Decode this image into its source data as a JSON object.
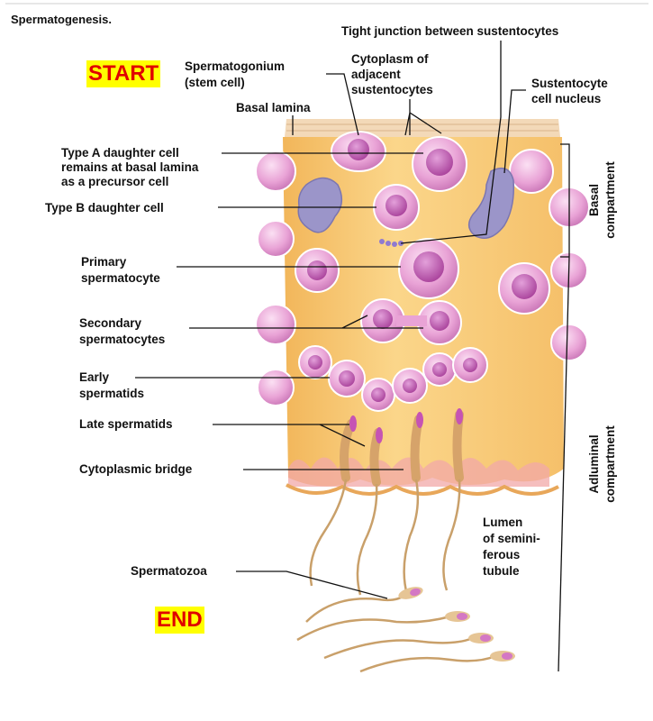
{
  "title": "Spermatogenesis.",
  "start_label": "START",
  "end_label": "END",
  "labels": {
    "tight_junction": "Tight junction between sustentocytes",
    "spermatogonium_1": "Spermatogonium",
    "spermatogonium_2": "(stem cell)",
    "cytoplasm_1": "Cytoplasm of",
    "cytoplasm_2": "adjacent",
    "cytoplasm_3": "sustentocytes",
    "sustentocyte_nucleus_1": "Sustentocyte",
    "sustentocyte_nucleus_2": "cell nucleus",
    "basal_lamina": "Basal lamina",
    "type_a_1": "Type A daughter cell",
    "type_a_2": "remains at basal lamina",
    "type_a_3": "as a precursor cell",
    "type_b": "Type B daughter cell",
    "primary_1": "Primary",
    "primary_2": "spermatocyte",
    "secondary_1": "Secondary",
    "secondary_2": "spermatocytes",
    "early_1": "Early",
    "early_2": "spermatids",
    "late": "Late spermatids",
    "bridge": "Cytoplasmic bridge",
    "spermatozoa": "Spermatozoa",
    "lumen_1": "Lumen",
    "lumen_2": "of semini-",
    "lumen_3": "ferous",
    "lumen_4": "tubule",
    "basal_compartment_1": "Basal",
    "basal_compartment_2": "compartment",
    "adluminal_compartment_1": "Adluminal",
    "adluminal_compartment_2": "compartment"
  },
  "colors": {
    "cytoplasm": "#f9c870",
    "cell_fill": "#e9a3d6",
    "nucleus": "#c653b4",
    "sustentocyte_nucleus": "#9b95c9",
    "tail": "#c9a06a",
    "start_text": "#e00000",
    "tag_background": "#ffff00"
  }
}
